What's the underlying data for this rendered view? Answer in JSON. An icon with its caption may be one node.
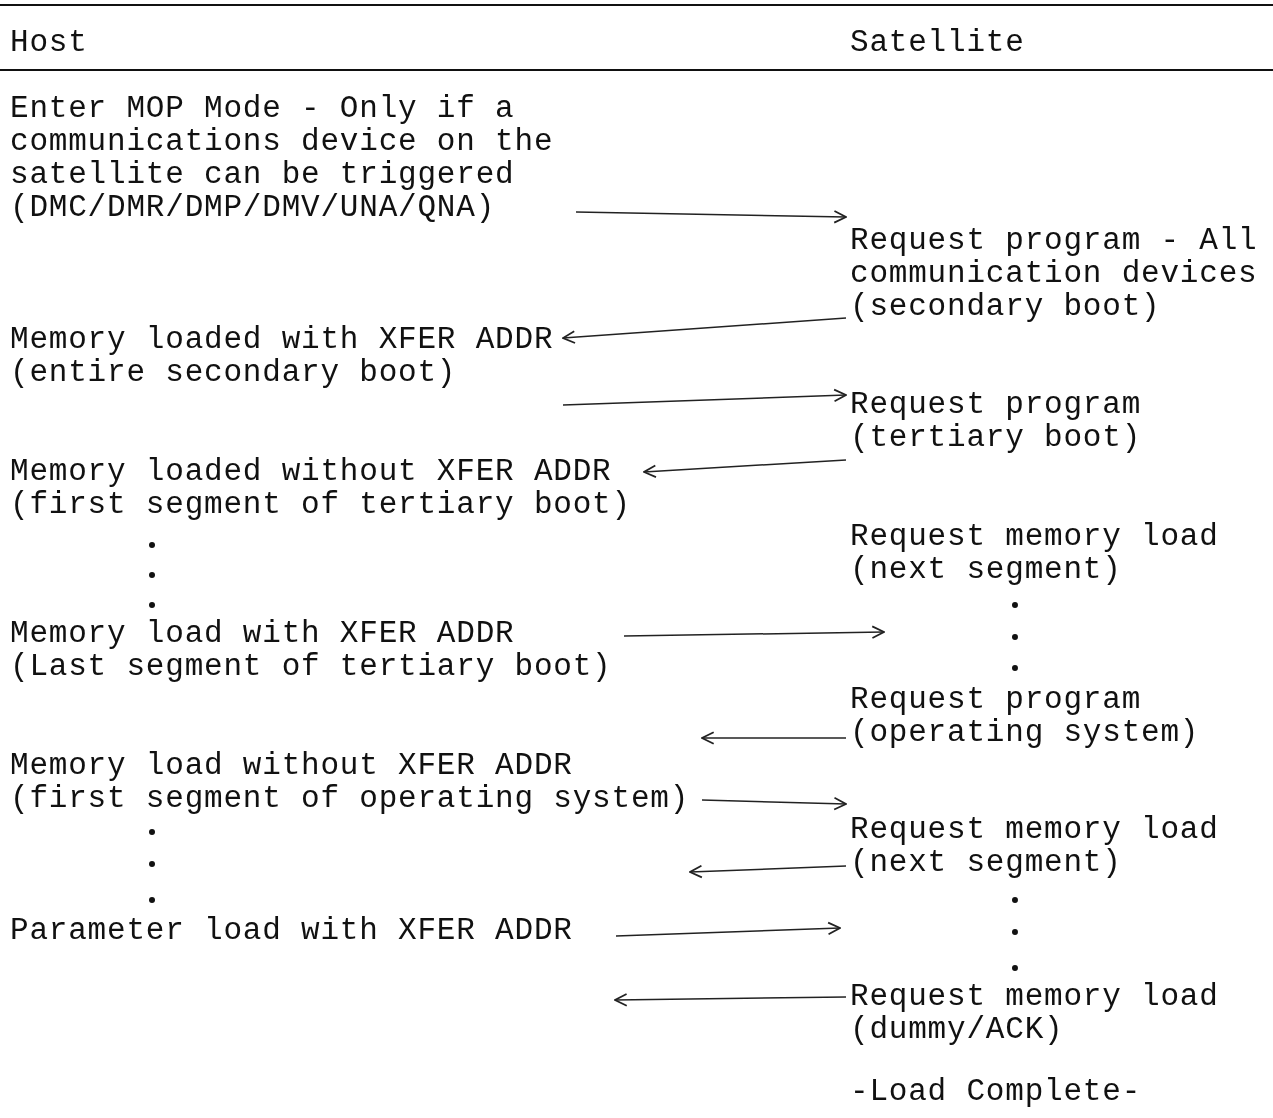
{
  "diagram": {
    "nodes": [
      {
        "text": [
          "Enter MOP Mode - Only if a communications device on the satellite can be triggered (DMC/DMR/DMP/DMV/UNA/QNA)"
        ]
      },
      {
        "text": [
          "Request program - All communication devices (secondary boot)"
        ]
      },
      {
        "text": [
          "Memory loaded with XFER ADDR (entire secondary boot)"
        ]
      },
      {
        "text": [
          "Request program (tertiary boot)"
        ]
      },
      {
        "text": [
          "Memory loaded without XFER ADDR (first segment of tertiary boot)"
        ]
      },
      {
        "text": [
          "Request memory load (next segment)"
        ]
      },
      {
        "text": [
          "Memory load with XFER ADDR (Last segment of tertiary boot)"
        ]
      },
      {
        "text": [
          "Request program (operating system)"
        ]
      },
      {
        "text": [
          "Memory load without XFER ADDR (first segment of operating system)"
        ]
      },
      {
        "text": [
          "Request memory load (next segment)"
        ]
      },
      {
        "text": [
          "Parameter load with XFER ADDR"
        ]
      },
      {
        "text": [
          "Request memory load (dummy/ACK)"
        ]
      }
    ],
    "edges": [
      {
        "from": 0,
        "to": 1,
        "arrow": "to"
      },
      {
        "from": 1,
        "to": 2,
        "arrow": "to"
      },
      {
        "from": 2,
        "to": 3,
        "arrow": "to"
      },
      {
        "from": 3,
        "to": 4,
        "arrow": "to"
      },
      {
        "from": 6,
        "to": null,
        "arrow": "to"
      },
      {
        "from": 7,
        "to": 8,
        "arrow": "to"
      },
      {
        "from": 8,
        "to": 9,
        "arrow": "to"
      },
      {
        "from": 9,
        "to": null,
        "arrow": "to"
      },
      {
        "from": 10,
        "to": null,
        "arrow": "to"
      },
      {
        "from": 11,
        "to": null,
        "arrow": "to"
      }
    ],
    "labels": [
      "Host",
      "Satellite",
      "-Load Complete-"
    ]
  }
}
